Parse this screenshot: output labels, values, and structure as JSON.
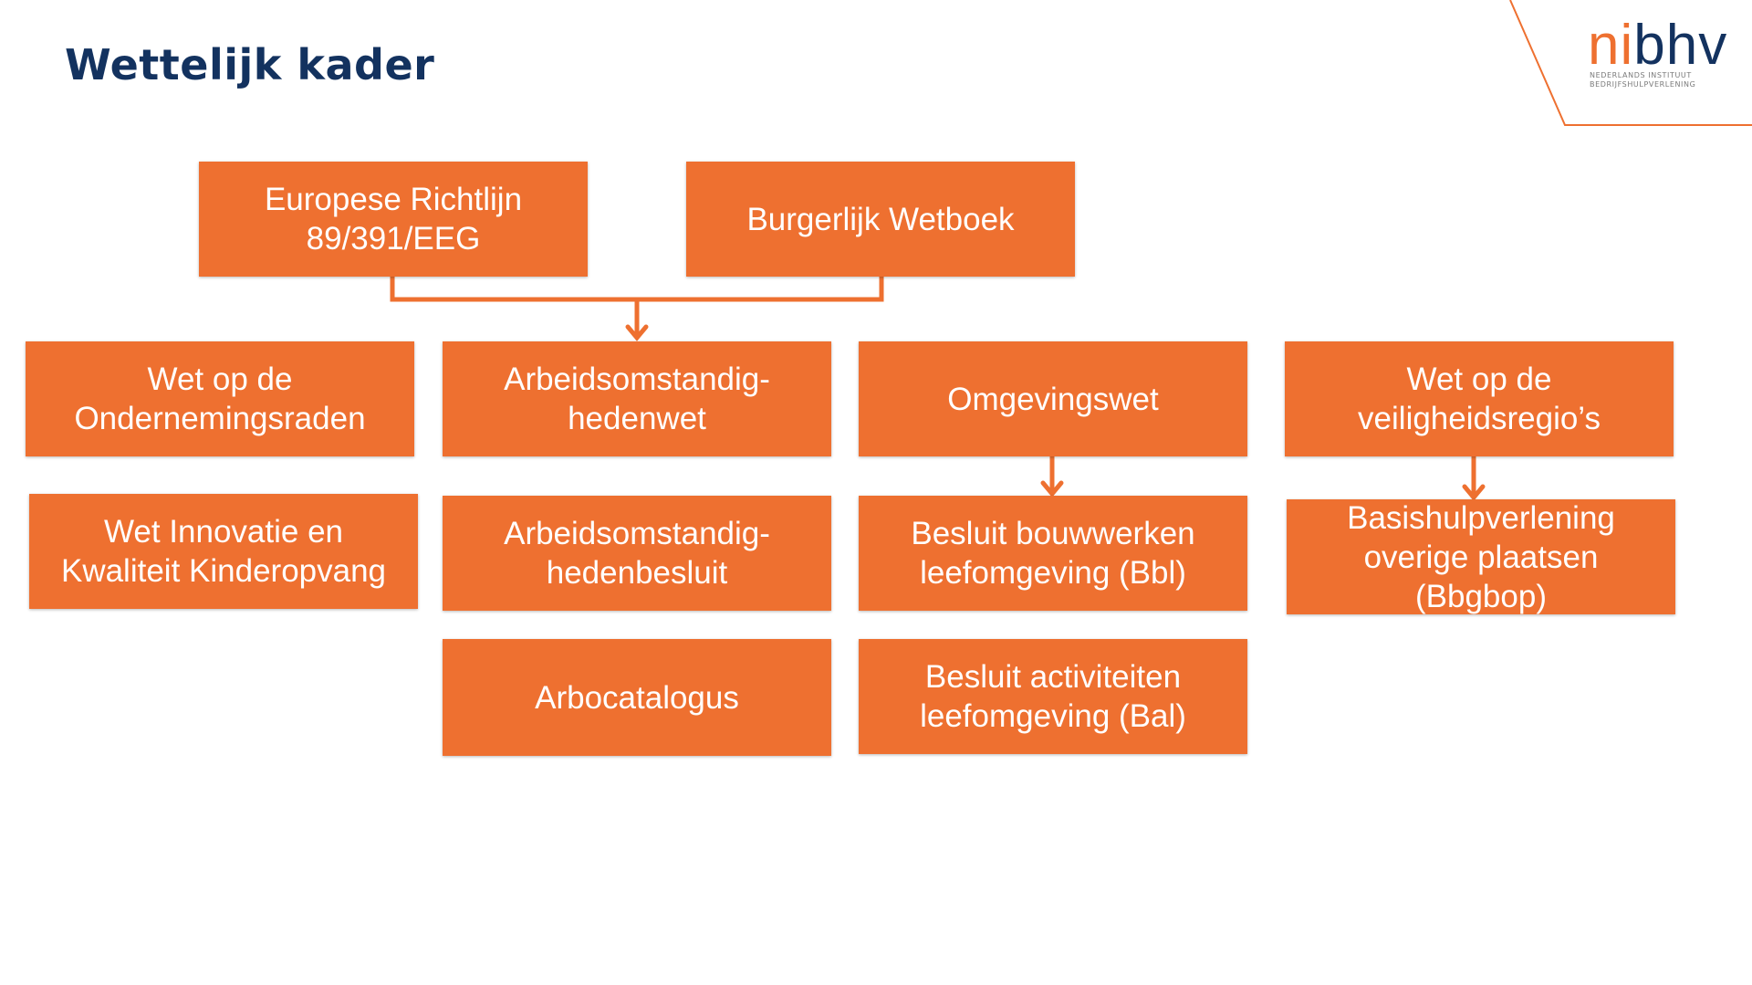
{
  "title": "Wettelijk kader",
  "logo": {
    "ni": "ni",
    "bhv": "bhv",
    "line1": "NEDERLANDS INSTITUUT",
    "line2": "BEDRIJFSHULPVERLENING"
  },
  "colors": {
    "box_fill": "#ee7030",
    "title": "#13325f",
    "connector": "#ee7030"
  },
  "boxes": {
    "europese_richtlijn": "Europese Richtlijn\n89/391/EEG",
    "burgerlijk_wetboek": "Burgerlijk Wetboek",
    "wet_ondernemingsraden": "Wet op de\nOndernemingsraden",
    "arbowet": "Arbeidsomstandig-\nhedenwet",
    "omgevingswet": "Omgevingswet",
    "wet_veiligheidsregios": "Wet op de\nveiligheidsregio’s",
    "wet_innovatie": "Wet Innovatie en\nKwaliteit Kinderopvang",
    "arbobesluit": "Arbeidsomstandig-\nhedenbesluit",
    "bbl": "Besluit bouwwerken\nleefomgeving (Bbl)",
    "bbgbop": "Basishulpverlening\noverige plaatsen\n(Bbgbop)",
    "arbocatalogus": "Arbocatalogus",
    "bal": "Besluit activiteiten\nleefomgeving (Bal)"
  }
}
